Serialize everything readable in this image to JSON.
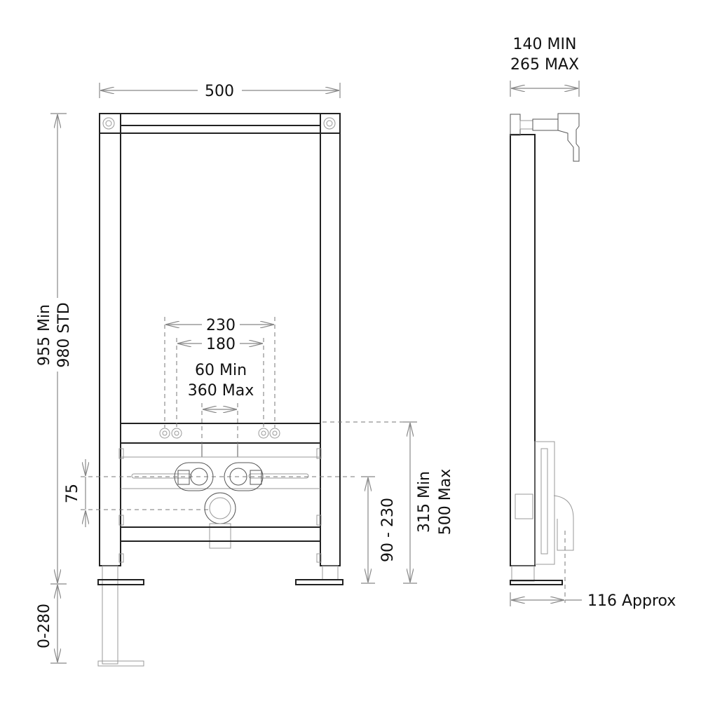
{
  "drawing": {
    "title": "Bidet frame technical dimensions",
    "background": "#ffffff",
    "line_color": "#222222",
    "front_view": {
      "width_label": "500",
      "height_label_line1": "955 Min",
      "height_label_line2": "980 STD",
      "leg_adjust_label": "0-280",
      "tap_spacing_outer_label": "230",
      "tap_spacing_inner_label": "180",
      "fixing_spacing_line1": "60 Min",
      "fixing_spacing_line2": "360 Max",
      "fixing_vertical_label": "75",
      "waste_height_label": "90 - 230",
      "bracket_height_line1": "315 Min",
      "bracket_height_line2": "500 Max"
    },
    "side_view": {
      "bracket_depth_line1": "140 MIN",
      "bracket_depth_line2": "265 MAX",
      "frame_depth_label": "116 Approx"
    }
  }
}
